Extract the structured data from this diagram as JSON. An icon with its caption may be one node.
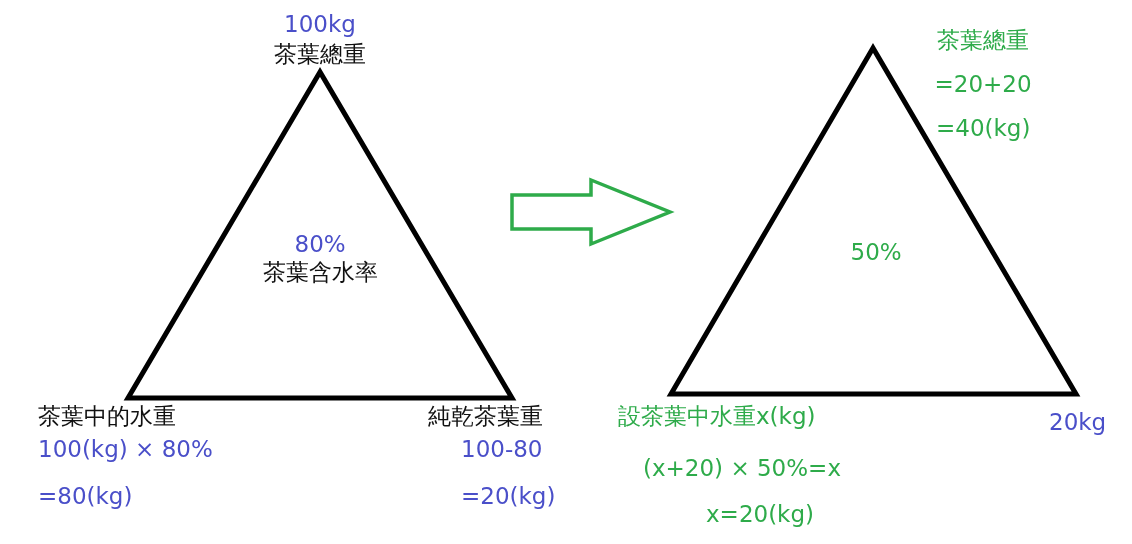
{
  "diagram": {
    "nodes": [
      {
        "text": [
          "80%",
          "茶葉含水率"
        ],
        "beside": [
          "100kg",
          "茶葉總重",
          "茶葉中的水重",
          "100(kg) × 80%",
          "=80(kg)",
          "純乾茶葉重",
          "100-80",
          "=20(kg)"
        ]
      },
      {
        "text": [
          "50%"
        ],
        "beside": [
          "茶葉總重",
          "=20+20",
          "=40(kg)",
          "設茶葉中水重x(kg)",
          "(x+20) × 50%=x",
          "x=20(kg)",
          "20kg"
        ]
      }
    ],
    "edges": [
      {
        "from": 0,
        "to": 1,
        "arrow": "to"
      }
    ]
  }
}
